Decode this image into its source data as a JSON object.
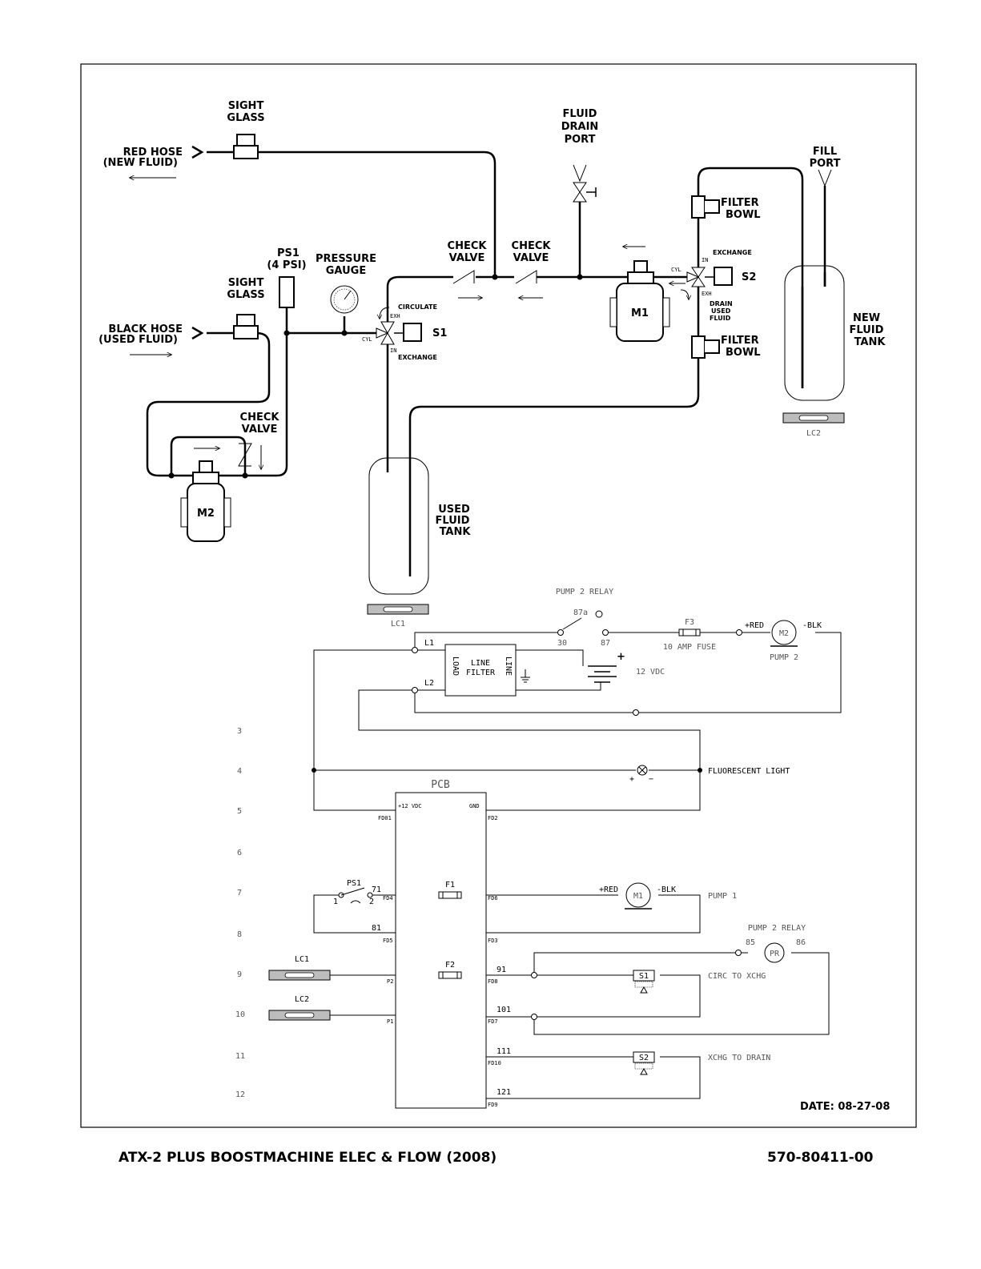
{
  "flow": {
    "sight_glass_top": [
      "SIGHT",
      "GLASS"
    ],
    "red_hose": [
      "RED HOSE",
      "(NEW FLUID)"
    ],
    "sight_glass_mid": [
      "SIGHT",
      "GLASS"
    ],
    "black_hose": [
      "BLACK HOSE",
      "(USED FLUID)"
    ],
    "ps1": [
      "PS1",
      "(4 PSI)"
    ],
    "pressure_gauge": [
      "PRESSURE",
      "GAUGE"
    ],
    "check_valve_1": [
      "CHECK",
      "VALVE"
    ],
    "check_valve_2": [
      "CHECK",
      "VALVE"
    ],
    "check_valve_3": [
      "CHECK",
      "VALVE"
    ],
    "fluid_drain_port": [
      "FLUID",
      "DRAIN",
      "PORT"
    ],
    "fill_port": [
      "FILL",
      "PORT"
    ],
    "filter_bowl_top": [
      "FILTER",
      "BOWL"
    ],
    "filter_bowl_bottom": [
      "FILTER",
      "BOWL"
    ],
    "new_fluid_tank": [
      "NEW",
      "FLUID",
      "TANK"
    ],
    "used_fluid_tank": [
      "USED",
      "FLUID",
      "TANK"
    ],
    "s1_valve": {
      "name": "S1",
      "circulate": "CIRCULATE",
      "exchange": "EXCHANGE",
      "exh": "EXH",
      "cyl": "CYL",
      "in": "IN"
    },
    "s2_valve": {
      "name": "S2",
      "exchange": "EXCHANGE",
      "cyl": "CYL",
      "in": "IN",
      "exh": "EXH",
      "drain": [
        "DRAIN",
        "USED",
        "FLUID"
      ]
    },
    "m1": "M1",
    "m2": "M2",
    "lc1": "LC1",
    "lc2": "LC2"
  },
  "electrical": {
    "pump2_relay_title": "PUMP 2 RELAY",
    "relay_87a": "87a",
    "relay_30": "30",
    "relay_87": "87",
    "fuse_f3": "F3",
    "fuse_f3_desc": "10 AMP FUSE",
    "plus_red": "+RED",
    "minus_blk": "-BLK",
    "m2": "M2",
    "pump2": "PUMP 2",
    "l1": "L1",
    "l2": "L2",
    "line_filter": [
      "LINE",
      "FILTER"
    ],
    "load": "LOAD",
    "line": "LINE",
    "battery_plus": "+",
    "battery_label": "12 VDC",
    "fluorescent_light": "FLUORESCENT LIGHT",
    "light_plus": "+",
    "light_minus": "−",
    "pcb": "PCB",
    "pcb_12vdc": "+12 VDC",
    "pcb_gnd": "GND",
    "fd01": "FD01",
    "fd2": "FD2",
    "fd4": "FD4",
    "fd5": "FD5",
    "fd6": "FD6",
    "fd3": "FD3",
    "fd8": "FD8",
    "fd7": "FD7",
    "fd10": "FD10",
    "fd9": "FD9",
    "p2": "P2",
    "p1": "P1",
    "ps1": "PS1",
    "ps1_pin1": "1",
    "ps1_pin2": "2",
    "w71": "71",
    "w81": "81",
    "w91": "91",
    "w101": "101",
    "w111": "111",
    "w121": "121",
    "f1": "F1",
    "f2": "F2",
    "m1": "M1",
    "pump1": "PUMP 1",
    "pr": "PR",
    "pr_title": "PUMP 2 RELAY",
    "r85": "85",
    "r86": "86",
    "s1": "S1",
    "s2": "S2",
    "circ_to_xchg": "CIRC TO XCHG",
    "xchg_to_drain": "XCHG TO DRAIN",
    "lc1": "LC1",
    "lc2": "LC2",
    "rows": [
      "3",
      "4",
      "5",
      "6",
      "7",
      "8",
      "9",
      "10",
      "11",
      "12"
    ]
  },
  "date": "DATE: 08-27-08",
  "footer": {
    "title": "ATX-2 PLUS BOOSTMACHINE ELEC & FLOW (2008)",
    "part_number": "570-80411-00"
  }
}
